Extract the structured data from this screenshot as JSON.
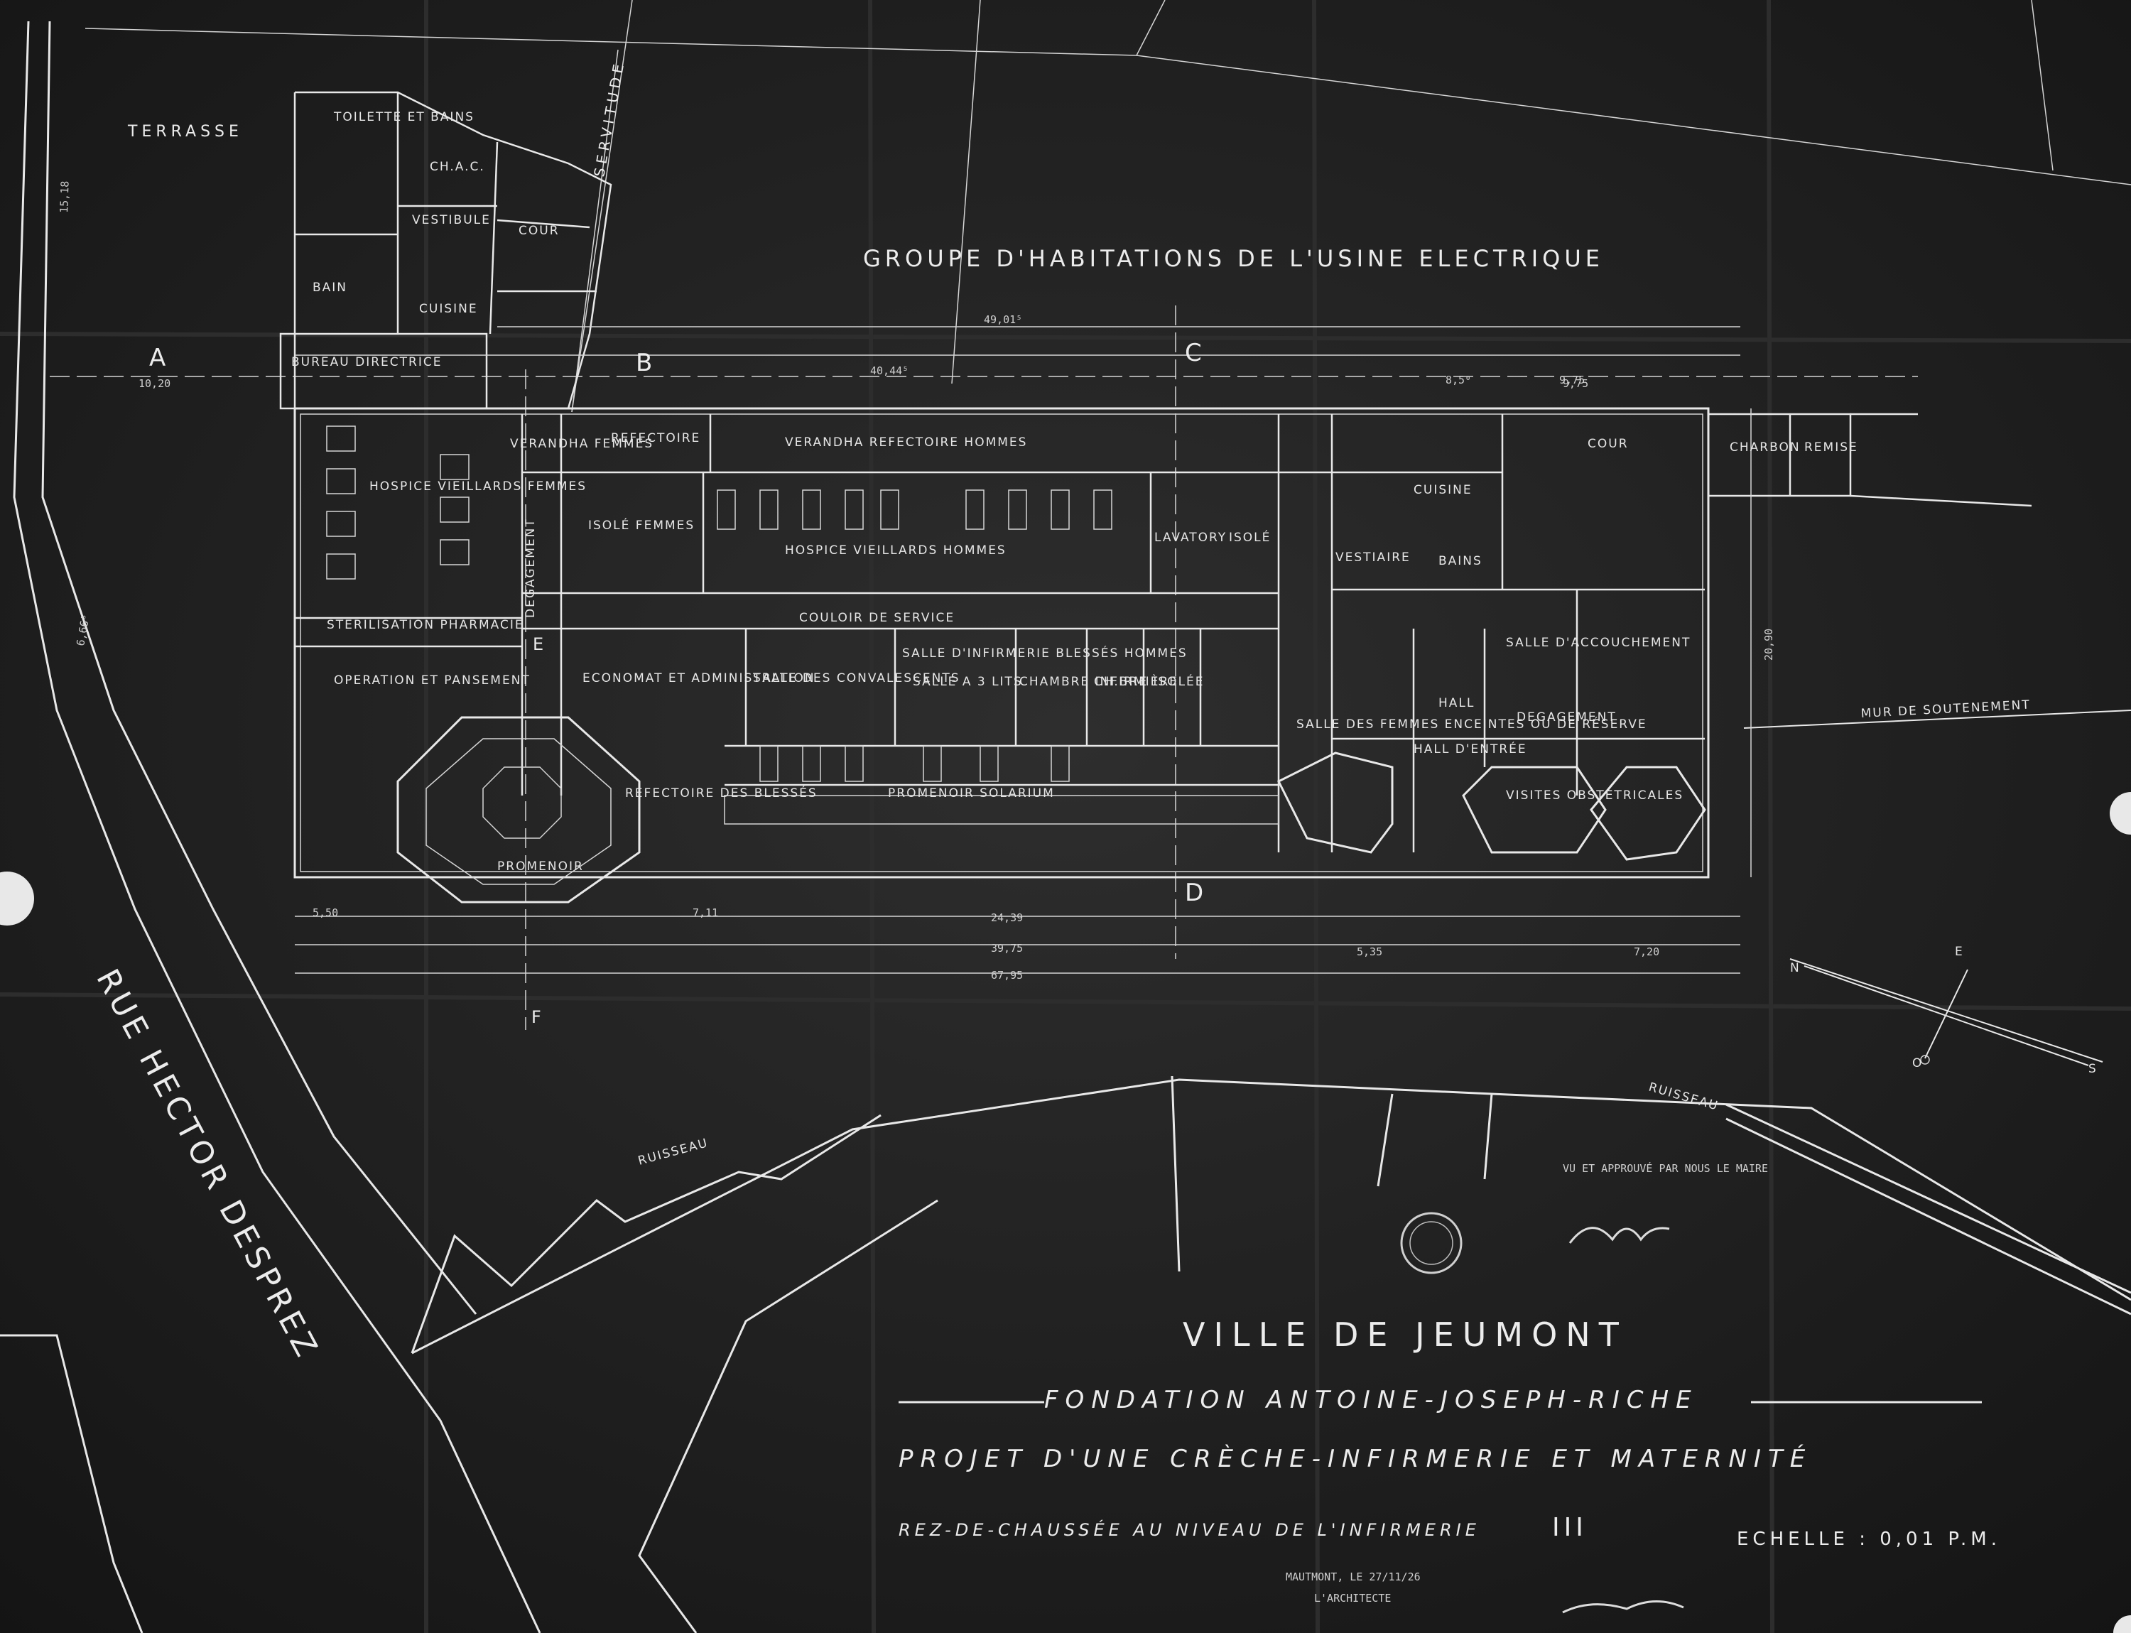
{
  "header": {
    "group_label": "GROUPE D'HABITATIONS DE L'USINE ELECTRIQUE",
    "servitude": "SERVITUDE",
    "terrace": "TERRASSE"
  },
  "section_markers": {
    "a": "A",
    "b": "B",
    "c": "C",
    "d": "D",
    "e": "E",
    "f": "F"
  },
  "rooms": {
    "veranda_femmes": "VERANDHA FEMMES",
    "refectoire": "REFECTOIRE",
    "veranda_refectoire_hommes": "VERANDHA REFECTOIRE HOMMES",
    "hospice_femmes": "HOSPICE VIEILLARDS FEMMES",
    "hospice_hommes": "HOSPICE VIEILLARDS HOMMES",
    "degagement": "DEGAGEMENT",
    "isole_femmes": "ISOLÉ FEMMES",
    "isole_hommes": "ISOLÉ",
    "lavatory": "LAVATORY",
    "cuisine": "CUISINE",
    "cour_top": "COUR",
    "charbon": "CHARBON",
    "remise": "REMISE",
    "vestiaire": "VESTIAIRE",
    "bains": "BAINS",
    "couloir_service": "COULOIR DE SERVICE",
    "sterilisation": "STERILISATION PHARMACIE",
    "operation": "OPERATION ET PANSEMENT",
    "economat": "ECONOMAT ET ADMINISTRATION",
    "salle_convalescents": "SALLE DES CONVALESCENTS",
    "salle_infirmerie": "SALLE D'INFIRMERIE BLESSÉS HOMMES",
    "salle_3_lits": "SALLE A 3 LITS",
    "chambre_infirmiere": "CHAMBRE INFIRMIÈRE",
    "chambre_isolee": "CH.BRE ISOLÉE",
    "salle_femmes": "SALLE DES FEMMES ENCEINTES OU DE RÉSERVE",
    "hall": "HALL",
    "salle_accouchement": "SALLE D'ACCOUCHEMENT",
    "degagement_right": "DEGAGEMENT",
    "hall_entree": "HALL D'ENTRÉE",
    "visites": "VISITES OBSTETRICALES",
    "promenoir_solarium": "PROMENOIR SOLARIUM",
    "refectoire_blesses": "REFECTOIRE DES BLESSÉS",
    "promenoir": "PROMENOIR",
    "bureau_directrice": "BUREAU DIRECTRICE",
    "toilette": "TOILETTE ET BAINS",
    "cour_small": "COUR",
    "vestibule": "VESTIBULE",
    "ch_a_c": "CH.A.C.",
    "bain": "BAIN",
    "cuisine_small": "CUISINE"
  },
  "dimensions": {
    "d1": "49,01⁵",
    "d2": "40,44⁵",
    "d3": "8,5⁰",
    "d4": "9,75",
    "d5": "24,39",
    "d6": "39,75",
    "d7": "67,95",
    "d8": "7,11",
    "d9": "5,50",
    "d10": "5,35",
    "d11": "7,20",
    "d12": "20,90",
    "d13": "6,66⁵",
    "d14": "15,18",
    "d15": "9,75",
    "d16": "10,20"
  },
  "labels": {
    "rue": "RUE HECTOR DESPREZ",
    "ruisseau_left": "RUISSEAU",
    "ruisseau_right": "RUISSEAU",
    "mur": "MUR DE SOUTENEMENT"
  },
  "title_block": {
    "city": "VILLE DE JEUMONT",
    "foundation": "FONDATION ANTOINE-JOSEPH-RICHE",
    "project": "PROJET D'UNE CRÈCHE-INFIRMERIE ET MATERNITÉ",
    "level": "REZ-DE-CHAUSSÉE AU NIVEAU DE L'INFIRMERIE",
    "sheet_number": "III",
    "scale": "ECHELLE : 0,01 P.M.",
    "signature_line": "MAUTMONT, LE 27/11/26",
    "architect": "L'ARCHITECTE",
    "approval": "VU ET APPROUVÉ PAR NOUS LE MAIRE"
  },
  "compass": {
    "n": "N",
    "s": "S",
    "o": "O",
    "e": "E"
  }
}
